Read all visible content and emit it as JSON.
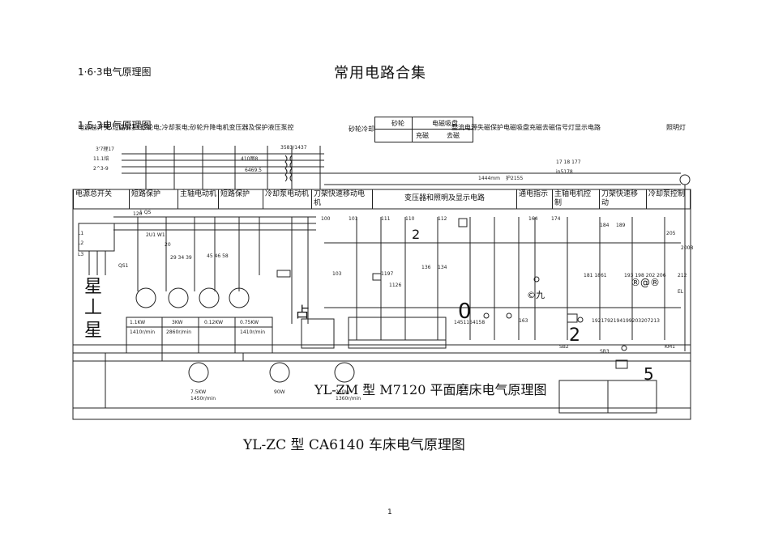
{
  "header": {
    "section_label": "1·6·3电气原理图",
    "page_title": "常用电路合集",
    "subsection_label": "1.5.3电气原理图"
  },
  "descriptions": {
    "left": "电源总开关 短路保护 砂轮电;冷却泵电;砂轮升降电机变压器及保护液压泵控",
    "mid_table": [
      "砂轮",
      "电磁吸盘",
      "充磁",
      "去磁"
    ],
    "grinder_cool": "砂轮冷却",
    "right": "整流电源失磁保护电磁吸盘充磁去磁信号灯显示电路",
    "lamp": "照明灯"
  },
  "column_headers": [
    "电源总开关",
    "短路保护",
    "主轴电动机",
    "短路保护",
    "冷却泵电动机",
    "刀架快速移动电机",
    "变压器和照明及显示电路",
    "通电指示",
    "主轴电机控制",
    "刀架快速移动",
    "冷却泵控制"
  ],
  "motor_table": {
    "powers": [
      "1.1KW",
      "3KW",
      "0.12KW",
      "0.75KW"
    ],
    "speeds": [
      "1410r/min",
      "2860r/min",
      "",
      "1410r/min"
    ]
  },
  "bottom_motors": [
    {
      "label": "7.5KW",
      "speed": "1450r/min"
    },
    {
      "label": "90W",
      "speed": ""
    },
    {
      "label": "250W",
      "speed": "1360r/min"
    }
  ],
  "big_glyphs": [
    "星",
    "丄",
    "星",
    "占",
    "0",
    "2",
    "5",
    "2",
    "©九",
    "®@®"
  ],
  "captions": {
    "m7120": "YL-ZM 型 M7120 平面磨床电气原理图",
    "ca6140": "YL-ZC 型 CA6140 车床电气原理图"
  },
  "page_number": "1"
}
